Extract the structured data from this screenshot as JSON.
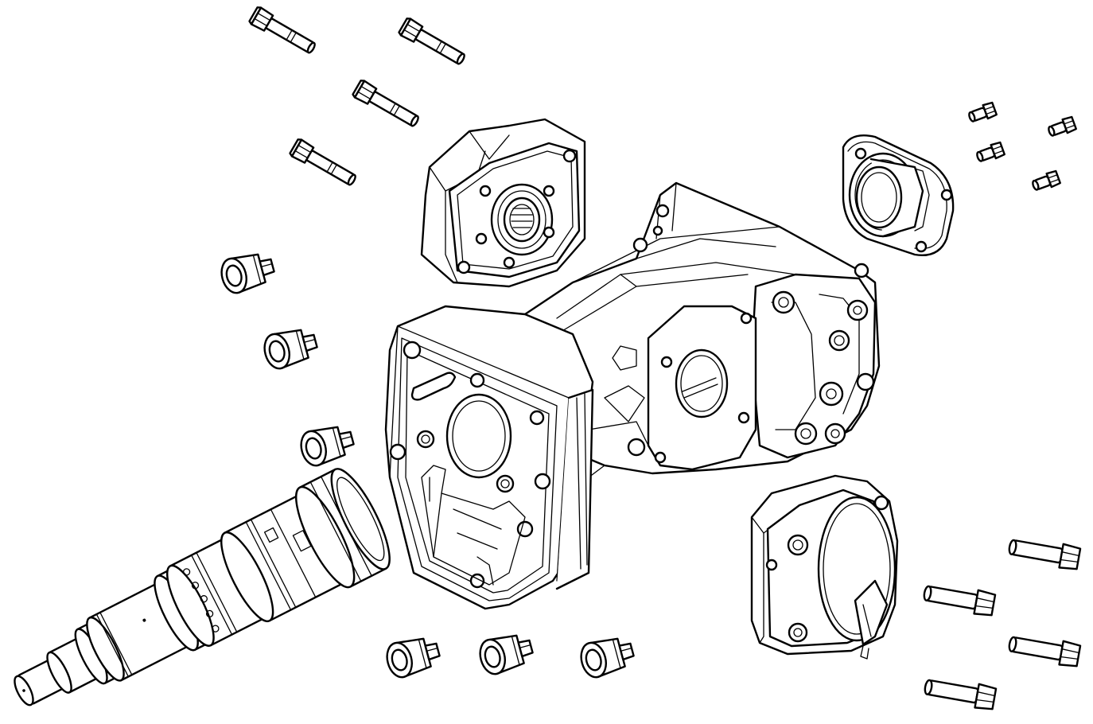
{
  "diagram": {
    "style": "line-art exploded view",
    "colors": {
      "line": "#000000",
      "background": "#ffffff"
    },
    "parts": [
      {
        "id": "housing",
        "kind": "housing"
      },
      {
        "id": "flange-cover-upper",
        "kind": "flange-cover"
      },
      {
        "id": "flange-bearing-right",
        "kind": "flange-bearing"
      },
      {
        "id": "end-cover-lower",
        "kind": "end-cover"
      },
      {
        "id": "shaft-assembly",
        "kind": "shaft"
      },
      {
        "id": "long-bolt",
        "kind": "bolt",
        "count": 4
      },
      {
        "id": "small-bolt",
        "kind": "bolt",
        "count": 4
      },
      {
        "id": "short-bolt",
        "kind": "bolt",
        "count": 4
      },
      {
        "id": "plug",
        "kind": "plug",
        "count": 6
      }
    ]
  }
}
